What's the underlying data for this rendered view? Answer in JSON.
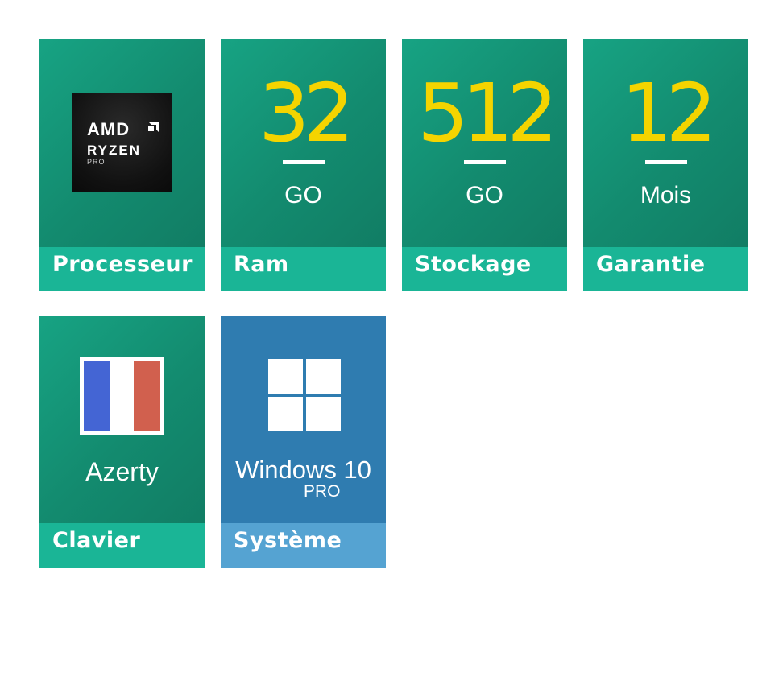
{
  "tiles": {
    "processor": {
      "label": "Processeur",
      "logo": {
        "brand": "AMD",
        "line": "RYZEN",
        "tier": "PRO"
      }
    },
    "ram": {
      "label": "Ram",
      "value": "32",
      "unit": "GO"
    },
    "storage": {
      "label": "Stockage",
      "value": "512",
      "unit": "GO"
    },
    "warranty": {
      "label": "Garantie",
      "value": "12",
      "unit": "Mois"
    },
    "keyboard": {
      "label": "Clavier",
      "value": "Azerty",
      "icon": "french-flag-icon"
    },
    "system": {
      "label": "Système",
      "name": "Windows 10",
      "edition": "PRO",
      "icon": "windows-logo-icon"
    }
  },
  "colors": {
    "tile_green": "#138b6f",
    "bar_green": "#1ab596",
    "tile_blue": "#2f7cb0",
    "bar_blue": "#55a3d2",
    "accent_yellow": "#f4d400",
    "flag_blue": "#4465d4",
    "flag_red": "#d1604e"
  }
}
